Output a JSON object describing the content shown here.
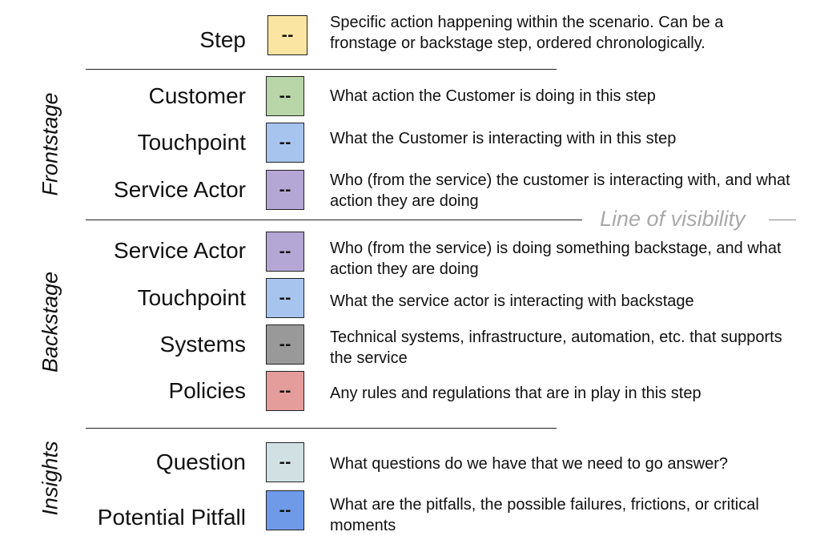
{
  "sections": {
    "frontstage": "Frontstage",
    "backstage": "Backstage",
    "insights": "Insights"
  },
  "visibility_line": "Line of visibility",
  "rows": [
    {
      "label": "Step",
      "glyph": "--",
      "color": "#fbe5a3",
      "description": "Specific action happening within the scenario. Can be a fronstage or backstage step, ordered chronologically."
    },
    {
      "label": "Customer",
      "glyph": "--",
      "color": "#b8d6a7",
      "description": "What action the Customer is doing in this step"
    },
    {
      "label": "Touchpoint",
      "glyph": "--",
      "color": "#a7c4ef",
      "description": "What the Customer is interacting with in this step"
    },
    {
      "label": "Service Actor",
      "glyph": "--",
      "color": "#b4a7d6",
      "description": "Who (from the service) the customer is interacting with, and what action they are doing"
    },
    {
      "label": "Service Actor",
      "glyph": "--",
      "color": "#b4a7d6",
      "description": "Who (from the service) is doing something backstage, and what action they are doing"
    },
    {
      "label": "Touchpoint",
      "glyph": "--",
      "color": "#a7c4ef",
      "description": "What the service actor is interacting with backstage"
    },
    {
      "label": "Systems",
      "glyph": "--",
      "color": "#999999",
      "description": "Technical systems, infrastructure, automation, etc. that supports the service"
    },
    {
      "label": "Policies",
      "glyph": "--",
      "color": "#e49d9b",
      "description": "Any rules and regulations that are in play in this step"
    },
    {
      "label": "Question",
      "glyph": "--",
      "color": "#d0e0e3",
      "description": "What questions do we have that we need to go answer?"
    },
    {
      "label": "Potential Pitfall",
      "glyph": "--",
      "color": "#6f9ae8",
      "description": "What are the pitfalls, the possible failures, frictions, or critical moments"
    }
  ]
}
